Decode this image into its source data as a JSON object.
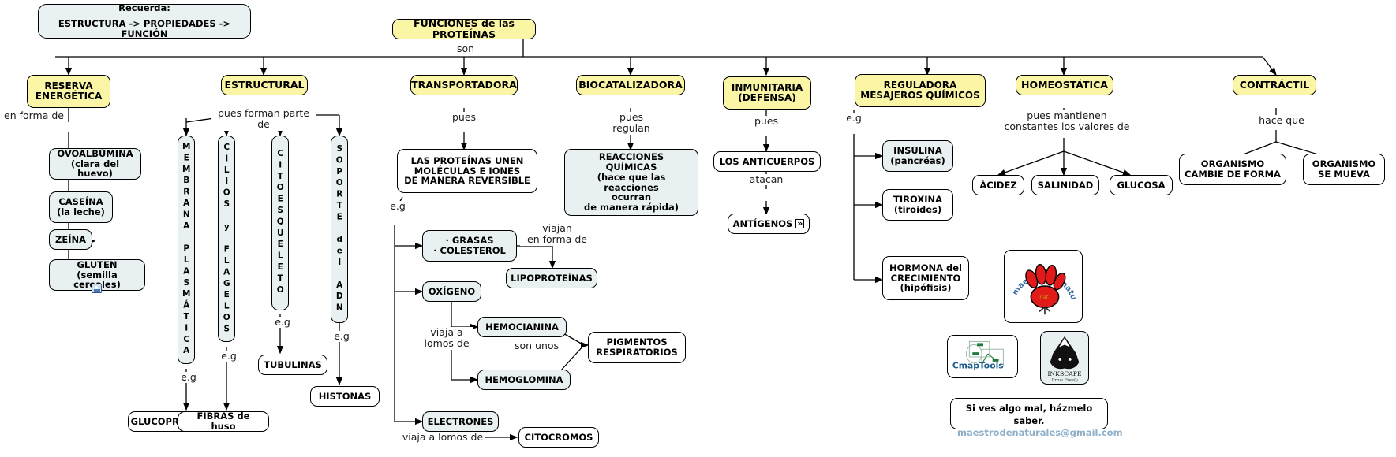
{
  "title": "FUNCIONES de las PROTEÍNAS concept map",
  "colors": {
    "node_yellow": "#fbf6a6",
    "node_blue": "#e8f0f2",
    "node_white": "#ffffff",
    "line": "#000000",
    "mail_text": "#8fb0c9"
  },
  "note": {
    "line1": "Recuerda:",
    "line2": "ESTRUCTURA -> PROPIEDADES -> FUNCIÓN"
  },
  "root": {
    "label": "FUNCIONES de las PROTEÍNAS"
  },
  "root_link": {
    "label": "son"
  },
  "branches": {
    "reserva": {
      "label": "RESERVA\nENERGÉTICA",
      "link": "en forma de",
      "children": [
        {
          "label": "OVOALBÚMINA\n(clara del huevo)"
        },
        {
          "label": "CASEÍNA\n(la leche)"
        },
        {
          "label": "ZEÍNA"
        },
        {
          "label": "GLUTEN\n(semilla cereales)"
        }
      ]
    },
    "estructural": {
      "label": "ESTRUCTURAL",
      "link": "pues forman parte de",
      "columns": [
        {
          "label": "MEMBRANA PLASMÁTICA",
          "eg": "e.g",
          "child": "FIBRAS de huso",
          "child2": "GLUCOPROTEÍNAS"
        },
        {
          "label": "CILIOS y FLAGELOS",
          "eg": "e.g",
          "child": "FIBRAS de huso"
        },
        {
          "label": "CITOESQUELETO",
          "eg": "e.g",
          "child": "TUBULINAS"
        },
        {
          "label": "SOPORTE del ADN",
          "eg": "e.g",
          "child": "HISTONAS"
        }
      ]
    },
    "transportadora": {
      "label": "TRANSPORTADORA",
      "link": "pues",
      "statement": "LAS PROTEÍNAS UNEN\nMOLÉCULAS E IONES\nDE MANERA REVERSIBLE",
      "eg": "e.g",
      "items": [
        {
          "label": "· GRASAS\n· COLESTEROL",
          "link": "viajan\nen forma de",
          "target": "LIPOPROTEÍNAS"
        },
        {
          "label": "OXÍGENO",
          "link": "viaja a\nlomos de",
          "targets": [
            "HEMOCIANINA",
            "HEMOGLOMINA"
          ],
          "link2": "son unos",
          "target2": "PIGMENTOS\nRESPIRATORIOS"
        },
        {
          "label": "ELECTRONES",
          "link": "viaja a lomos de",
          "target": "CITOCROMOS"
        }
      ]
    },
    "biocatalizadora": {
      "label": "BIOCATALIZADORA",
      "link": "pues regulan",
      "child": "REACCIONES\nQUÍMICAS\n(hace que las reacciones\nocurran\nde manera rápida)"
    },
    "inmunitaria": {
      "label": "INMUNITARIA\n(DEFENSA)",
      "link": "pues",
      "child": "LOS ANTICUERPOS",
      "link2": "atacan",
      "child2": "ANTÍGENOS",
      "child2_icon": "»"
    },
    "reguladora": {
      "label": "REGULADORA\nMESAJEROS QUÍMICOS",
      "link": "e.g",
      "children": [
        {
          "label": "INSULINA\n(pancréas)"
        },
        {
          "label": "TIROXINA\n(tiroides)"
        },
        {
          "label": "HORMONA del\nCRECIMIENTO\n(hipófisis)"
        }
      ]
    },
    "homeostatica": {
      "label": "HOMEOSTÁTICA",
      "link": "pues mantienen\nconstantes los valores de",
      "children": [
        {
          "label": "ÁCIDEZ"
        },
        {
          "label": "SALINIDAD"
        },
        {
          "label": "GLUCOSA"
        }
      ]
    },
    "contractil": {
      "label": "CONTRÁCTIL",
      "link": "hace que",
      "children": [
        {
          "label": "ORGANISMO\nCAMBIE DE FORMA"
        },
        {
          "label": "ORGANISMO\nSE MUEVA"
        }
      ]
    }
  },
  "logos": {
    "paw": {
      "name": "maestro de naturales",
      "text_top": "maestro de naturales"
    },
    "cmaptools": {
      "label": "CmapTools"
    },
    "inkscape": {
      "label": "INKSCAPE",
      "sub": "Draw Freely"
    }
  },
  "contact": {
    "line1": "Si ves algo mal, házmelo saber.",
    "email": "maestrodenaturales@gmail.com"
  }
}
